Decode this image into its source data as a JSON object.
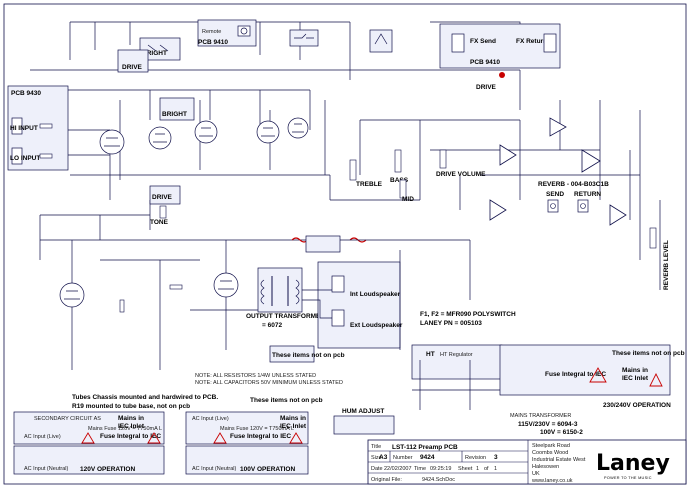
{
  "labels": {
    "remote": "Remote",
    "pcb_9410_top": "PCB 9410",
    "bright_top": "BRIGHT",
    "drive_top": "DRIVE",
    "fx_send": "FX Send",
    "fx_return": "FX Return",
    "pcb_9410_fx": "PCB 9410",
    "drive_fx": "DRIVE",
    "pcb_9430": "PCB 9430",
    "hi_input": "HI INPUT",
    "lo_input": "LO INPUT",
    "bright_mid": "BRIGHT",
    "drive_mid": "DRIVE",
    "tone": "TONE",
    "treble": "TREBLE",
    "bass": "BASS",
    "mid": "MID",
    "drive_volume": "DRIVE VOLUME",
    "reverb_part": "REVERB - 004-B03C1B",
    "send": "SEND",
    "return": "RETURN",
    "reverb_level": "REVERB LEVEL",
    "output_transformer": "OUTPUT TRANSFORMER",
    "transformer_part": "= 6072",
    "int_loudspeaker": "Int Loudspeaker",
    "ext_loudspeaker": "Ext Loudspeaker",
    "fuse_note_1": "F1, F2 = MFR090 POLYSWITCH",
    "fuse_note_2": "LANEY PN = 005103",
    "items_not_on_pcb_1": "These items not on pcb",
    "items_not_on_pcb_2": "These items not on pcb",
    "items_not_on_pcb_3": "These items not on pcb",
    "note_resistors": "NOTE: ALL RESISTORS 1/4W UNLESS STATED",
    "note_capacitors": "NOTE: ALL CAPACITORS 50V MINIMUM UNLESS STATED",
    "tubes_note_1": "Tubes Chassis mounted and hardwired to PCB.",
    "tubes_note_2": "R19 mounted to tube base, not on pcb",
    "hum_adjust": "HUM ADJUST",
    "secondary_circuit": "SECONDARY CIRCUIT AS",
    "ac_input_l": "AC Input (Live)",
    "ac_input_n": "AC Input (Neutral)",
    "mains_fuse": "Mains Fuse 120V = T750mA L",
    "mains_in": "Mains in",
    "iec_inlet": "IEC Inlet",
    "fuse_integral": "Fuse Integral to IEC",
    "op_120": "120V OPERATION",
    "op_100": "100V OPERATION",
    "op_230": "230/240V OPERATION",
    "mains_transformer": "MAINS TRANSFORMER",
    "mt_115": "115V/230V = 6094-3",
    "mt_100": "100V = 6150-2",
    "ht": "HT",
    "ht_regulator": "HT Regulator"
  },
  "title_block": {
    "title_label": "Title",
    "title_value": "LST-112 Preamp PCB",
    "size_label": "Size",
    "size_value": "A3",
    "number_label": "Number",
    "number_value": "9424",
    "revision_label": "Revision",
    "revision_value": "3",
    "date_label": "Date",
    "date_value": "22/02/2007",
    "time_label": "Time",
    "time_value": "09:25:19",
    "sheet_label": "Sheet",
    "sheet_value": "1",
    "of_label": "of",
    "of_value": "1",
    "file_label": "Original File:",
    "file_value": "9424.SchDoc",
    "address_1": "Steelpark Road",
    "address_2": "Coombs Wood",
    "address_3": "Industrial Estate West",
    "address_4": "Halesowen",
    "address_5": "UK",
    "website": "www.laney.co.uk",
    "brand": "Laney",
    "tagline": "POWER TO THE MUSIC"
  },
  "colors": {
    "wire": "#10104a",
    "hot": "#ffd400",
    "box_fill": "#eef0fa",
    "warning": "#c80000"
  }
}
